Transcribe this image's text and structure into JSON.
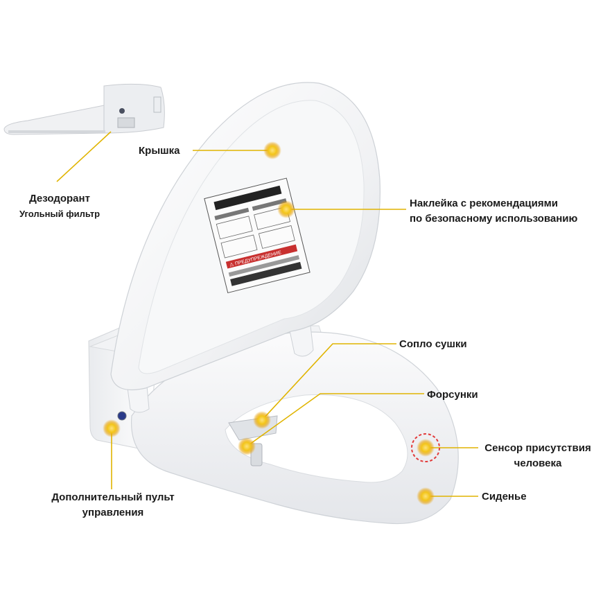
{
  "colors": {
    "marker": "#f3c51a",
    "marker_glow": "#e8a000",
    "leader_line": "#e0b400",
    "sensor_ring": "#e23a3a",
    "text": "#1a1a1a"
  },
  "labels": {
    "lid": "Крышка",
    "deodorant_title": "Дезодорант",
    "deodorant_sub": "Угольный фильтр",
    "sticker_line1": "Наклейка с рекомендациями",
    "sticker_line2": "по безопасному использованию",
    "dryer": "Сопло сушки",
    "nozzles": "Форсунки",
    "sensor_line1": "Сенсор присутствия",
    "sensor_line2": "человека",
    "seat": "Сиденье",
    "remote_line1": "Дополнительный пульт",
    "remote_line2": "управления"
  },
  "sticker": {
    "warning": "⚠ ПРЕДУПРЕЖДЕНИЕ"
  },
  "icons": {
    "marker": "glowing-dot-icon",
    "sensor": "dashed-ring-icon"
  }
}
